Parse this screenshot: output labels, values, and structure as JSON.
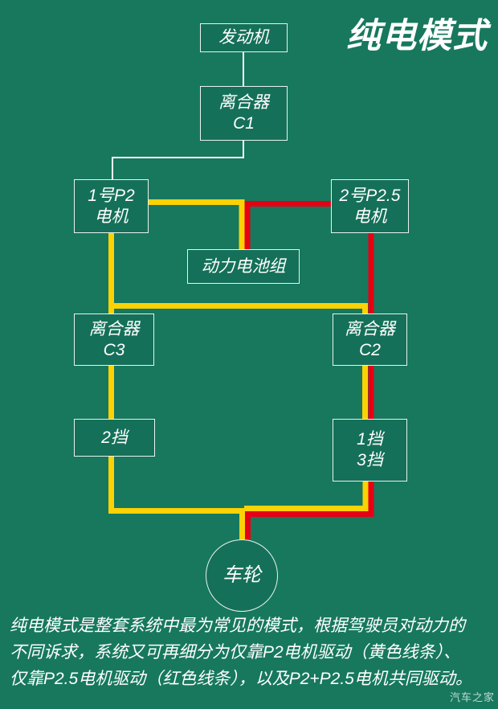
{
  "title": "纯电模式",
  "colors": {
    "background": "#17785d",
    "box_fill": "#157059",
    "box_border": "#e9f3ef",
    "line_white": "#ffffff",
    "line_yellow": "#fcd205",
    "line_red": "#e60013"
  },
  "nodes": {
    "engine": {
      "lines": [
        "发动机"
      ]
    },
    "clutch_c1": {
      "lines": [
        "离合器",
        "C1"
      ]
    },
    "motor_p2": {
      "lines": [
        "1号P2",
        "电机"
      ]
    },
    "motor_p25": {
      "lines": [
        "2号P2.5",
        "电机"
      ]
    },
    "battery": {
      "lines": [
        "动力电池组"
      ]
    },
    "clutch_c3": {
      "lines": [
        "离合器",
        "C3"
      ]
    },
    "clutch_c2": {
      "lines": [
        "离合器",
        "C2"
      ]
    },
    "gear_2": {
      "lines": [
        "2挡"
      ]
    },
    "gear_1_3": {
      "lines": [
        "1挡",
        "3挡"
      ]
    },
    "wheel": {
      "lines": [
        "车轮"
      ]
    }
  },
  "caption": {
    "line1": "纯电模式是整套系统中最为常见的模式，根据驾驶员对动力的",
    "line2": "不同诉求，系统又可再细分为仅靠P2电机驱动（黄色线条）、",
    "line3": "仅靠P2.5电机驱动（红色线条），以及P2+P2.5电机共同驱动。"
  },
  "watermark": "汽车之家"
}
